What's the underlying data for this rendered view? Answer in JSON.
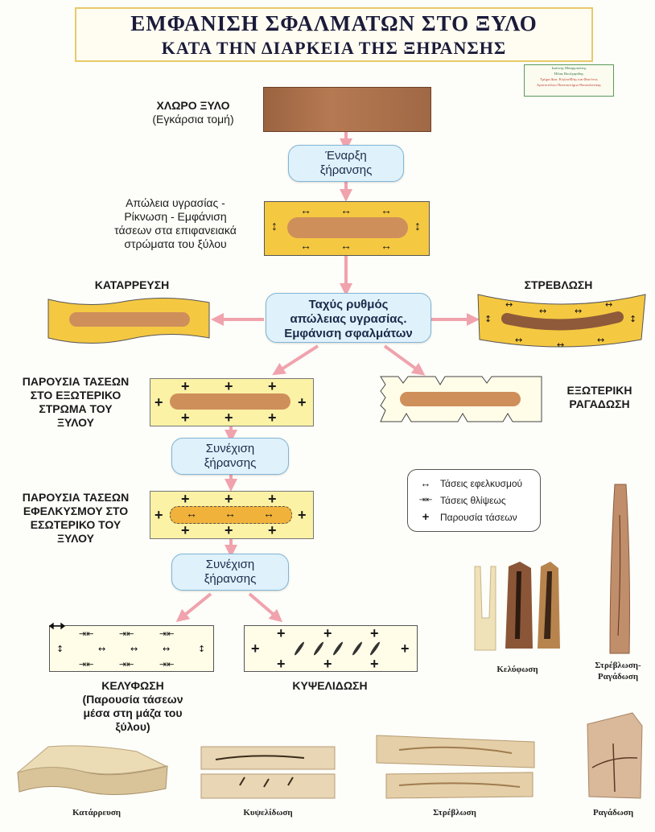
{
  "title": {
    "line1": "ΕΜΦΑΝΙΣΗ ΣΦΑΛΜΑΤΩΝ ΣΤΟ ΞΥΛΟ",
    "line2": "ΚΑΤΑ ΤΗΝ ΔΙΑΡΚΕΙΑ ΤΗΣ ΞΗΡΑΝΣΗΣ"
  },
  "credit": {
    "line1": "Ιωάννης Μπαρμπούτης",
    "line2": "Ηλίας Βουλγαρίδης",
    "line3": "Τμήμα Δασ. Κ/γίου/Φ/ης και Φυσ/ντος",
    "line4": "Αριστοτέλειο Πανεπιστήμιο Θεσσαλονίκης"
  },
  "stages": {
    "green_wood": {
      "line1": "ΧΛΩΡΟ ΞΥΛΟ",
      "line2": "(Εγκάρσια τομή)"
    },
    "start_drying": {
      "line1": "Έναρξη",
      "line2": "ξήρανσης"
    },
    "moisture_loss": {
      "line1": "Απώλεια υγρασίας -",
      "line2": "Ρίκνωση - Εμφάνιση",
      "line3": "τάσεων στα επιφανειακά",
      "line4": "στρώματα του ξύλου"
    },
    "fast_rate": {
      "line1": "Ταχύς ρυθμός",
      "line2": "απώλειας υγρασίας.",
      "line3": "Εμφάνιση σφαλμάτων"
    },
    "collapse": "ΚΑΤΑΡΡΕΥΣΗ",
    "warp": "ΣΤΡΕΒΛΩΣΗ",
    "outer_stress": {
      "line1": "ΠΑΡΟΥΣΙΑ ΤΑΣΕΩΝ",
      "line2": "ΣΤΟ ΕΞΩΤΕΡΙΚΟ",
      "line3": "ΣΤΡΩΜΑ ΤΟΥ",
      "line4": "ΞΥΛΟΥ"
    },
    "surface_check": {
      "line1": "ΕΞΩΤΕΡΙΚΗ",
      "line2": "ΡΑΓΑΔΩΣΗ"
    },
    "continue1": {
      "line1": "Συνέχιση",
      "line2": "ξήρανσης"
    },
    "inner_stress": {
      "line1": "ΠΑΡΟΥΣΙΑ ΤΑΣΕΩΝ",
      "line2": "ΕΦΕΛΚΥΣΜΟΥ ΣΤΟ",
      "line3": "ΕΣΩΤΕΡΙΚΟ ΤΟΥ",
      "line4": "ΞΥΛΟΥ"
    },
    "continue2": {
      "line1": "Συνέχιση",
      "line2": "ξήρανσης"
    },
    "casehardening": {
      "line1": "ΚΕΛΥΦΩΣΗ",
      "line2": "(Παρουσία τάσεων",
      "line3": "μέσα στη μάζα του",
      "line4": "ξύλου)"
    },
    "honeycomb": "ΚΥΨΕΛΙΔΩΣΗ"
  },
  "legend": {
    "tension": "Τάσεις εφελκυσμού",
    "compression": "Τάσεις θλίψεως",
    "stress": "Παρουσία τάσεων",
    "tension_icon": "↔",
    "compression_icon": "⇥⇤",
    "stress_icon": "+"
  },
  "photos": {
    "casehardening": "Κελύφωση",
    "warp_check_1": "Στρέβλωση-",
    "warp_check_2": "Ραγάδωση",
    "collapse": "Κατάρρευση",
    "honeycomb": "Κυψελίδωση",
    "warp": "Στρέβλωση",
    "check": "Ραγάδωση"
  },
  "symbols": {
    "plus": "+",
    "arrow_h": "↔",
    "arrow_v": "↕"
  },
  "colors": {
    "arrow": "#f0a3ad",
    "core": "#cf8f5a",
    "yellow": "#f5c842",
    "pale": "#fbf2a6",
    "pill": "#dff1fb"
  }
}
